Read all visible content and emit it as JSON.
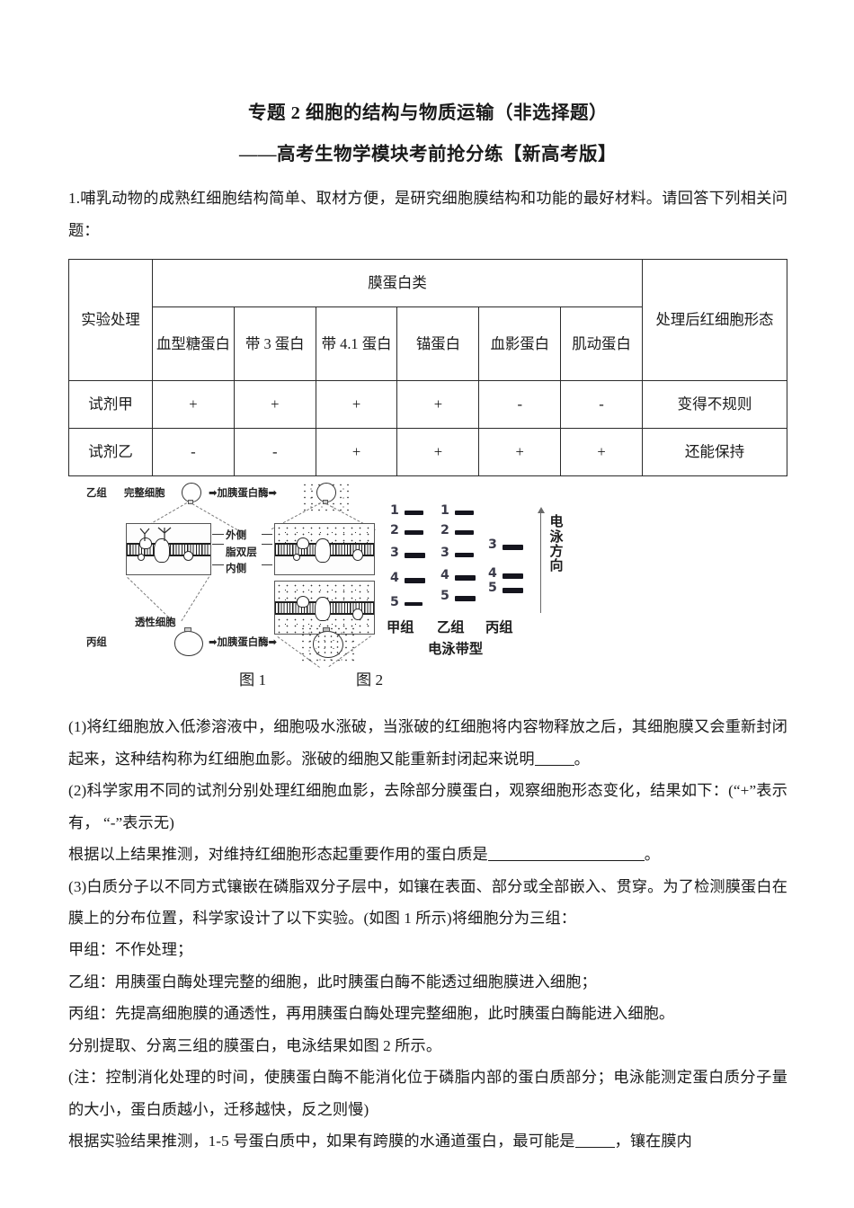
{
  "document": {
    "title": "专题 2 细胞的结构与物质运输（非选择题）",
    "subtitle": "——高考生物学模块考前抢分练【新高考版】",
    "lead": "1.哺乳动物的成熟红细胞结构简单、取材方便，是研究细胞膜结构和功能的最好材料。请回答下列相关问题："
  },
  "table": {
    "row_label_header": "实验处理",
    "group_header": "膜蛋白类",
    "result_header": "处理后红细胞形态",
    "protein_columns": [
      "血型糖蛋白",
      "带 3 蛋白",
      "带 4.1 蛋白",
      "锚蛋白",
      "血影蛋白",
      "肌动蛋白"
    ],
    "rows": [
      {
        "label": "试剂甲",
        "values": [
          "+",
          "+",
          "+",
          "+",
          "-",
          "-"
        ],
        "result": "变得不规则"
      },
      {
        "label": "试剂乙",
        "values": [
          "-",
          "-",
          "+",
          "+",
          "+",
          "+"
        ],
        "result": "还能保持"
      }
    ]
  },
  "figures": {
    "caption_1": "图 1",
    "caption_2": "图 2",
    "fig1": {
      "group_b_label": "乙组",
      "intact_cell_label": "完整细胞",
      "group_c_label": "丙组",
      "permeable_cell_label": "透性细胞",
      "enzyme_arrow_top": "➡加胰蛋白酶➡",
      "enzyme_arrow_bottom": "➡加胰蛋白酶➡",
      "membrane_labels": [
        "外侧",
        "脂双层",
        "内侧"
      ]
    },
    "fig2": {
      "title": "电泳带型",
      "direction_label": "电泳方向",
      "lanes": [
        {
          "name": "甲组",
          "bands": [
            "1",
            "2",
            "3",
            "4",
            "5"
          ]
        },
        {
          "name": "乙组",
          "bands": [
            "1",
            "2",
            "3",
            "4",
            "5"
          ]
        },
        {
          "name": "丙组",
          "bands": [
            "3",
            "4",
            "5"
          ]
        }
      ]
    }
  },
  "chart_data": {
    "type": "bar",
    "title": "电泳带型",
    "xlabel": "",
    "ylabel": "电泳方向",
    "categories": [
      "甲组",
      "乙组",
      "丙组"
    ],
    "series": [
      {
        "name": "甲组",
        "band_ids": [
          "1",
          "2",
          "3",
          "4",
          "5"
        ],
        "migration_positions": [
          8,
          30,
          55,
          83,
          110
        ]
      },
      {
        "name": "乙组",
        "band_ids": [
          "1",
          "2",
          "3",
          "4",
          "5"
        ],
        "migration_positions": [
          8,
          30,
          55,
          80,
          103
        ]
      },
      {
        "name": "丙组",
        "band_ids": [
          "3",
          "4",
          "5"
        ],
        "migration_positions": [
          42,
          76,
          92
        ]
      }
    ]
  },
  "questions": [
    "(1)将红细胞放入低渗溶液中，细胞吸水涨破，当涨破的红细胞将内容物释放之后，其细胞膜又会重新封闭起来，这种结构称为红细胞血影。涨破的细胞又能重新封闭起来说明",
    "(2)科学家用不同的试剂分别处理红细胞血影，去除部分膜蛋白，观察细胞形态变化，结果如下：(“+”表示有， “-”表示无)",
    "根据以上结果推测，对维持红细胞形态起重要作用的蛋白质是",
    "(3)白质分子以不同方式镶嵌在磷脂双分子层中，如镶在表面、部分或全部嵌入、贯穿。为了检测膜蛋白在膜上的分布位置，科学家设计了以下实验。(如图 1 所示)将细胞分为三组：",
    "甲组：不作处理；",
    "乙组：用胰蛋白酶处理完整的细胞，此时胰蛋白酶不能透过细胞膜进入细胞；",
    "丙组：先提高细胞膜的通透性，再用胰蛋白酶处理完整细胞，此时胰蛋白酶能进入细胞。",
    "分别提取、分离三组的膜蛋白，电泳结果如图 2 所示。",
    "(注：控制消化处理的时间，使胰蛋白酶不能消化位于磷脂内部的蛋白质部分；电泳能测定蛋白质分子量的大小，蛋白质越小，迁移越快，反之则慢)",
    "根据实验结果推测，1-5 号蛋白质中，如果有跨膜的水通道蛋白，最可能是"
  ],
  "question_tails": {
    "q1_tail": "。",
    "q2_tail": "。",
    "q10_tail": "，镶在膜内"
  }
}
